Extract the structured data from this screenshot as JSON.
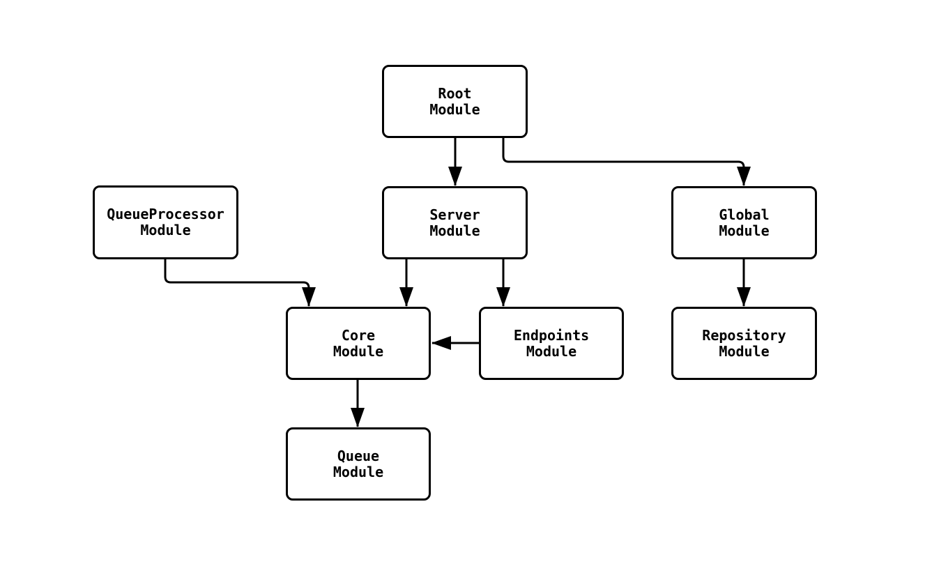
{
  "diagram": {
    "colors": {
      "background": "#ffffff",
      "node_fill": "#ffffff",
      "stroke": "#000000",
      "text": "#000000"
    },
    "nodes": [
      {
        "id": "root",
        "label": "Root\nModule"
      },
      {
        "id": "queueprocessor",
        "label": "QueueProcessor\nModule"
      },
      {
        "id": "server",
        "label": "Server\nModule"
      },
      {
        "id": "global",
        "label": "Global\nModule"
      },
      {
        "id": "core",
        "label": "Core\nModule"
      },
      {
        "id": "endpoints",
        "label": "Endpoints\nModule"
      },
      {
        "id": "repository",
        "label": "Repository\nModule"
      },
      {
        "id": "queue",
        "label": "Queue\nModule"
      }
    ],
    "edges": [
      {
        "from": "Root Module",
        "to": "Server Module"
      },
      {
        "from": "Root Module",
        "to": "Global Module"
      },
      {
        "from": "QueueProcessor Module",
        "to": "Core Module"
      },
      {
        "from": "Server Module",
        "to": "Core Module"
      },
      {
        "from": "Server Module",
        "to": "Endpoints Module"
      },
      {
        "from": "Endpoints Module",
        "to": "Core Module"
      },
      {
        "from": "Global Module",
        "to": "Repository Module"
      },
      {
        "from": "Core Module",
        "to": "Queue Module"
      }
    ]
  }
}
